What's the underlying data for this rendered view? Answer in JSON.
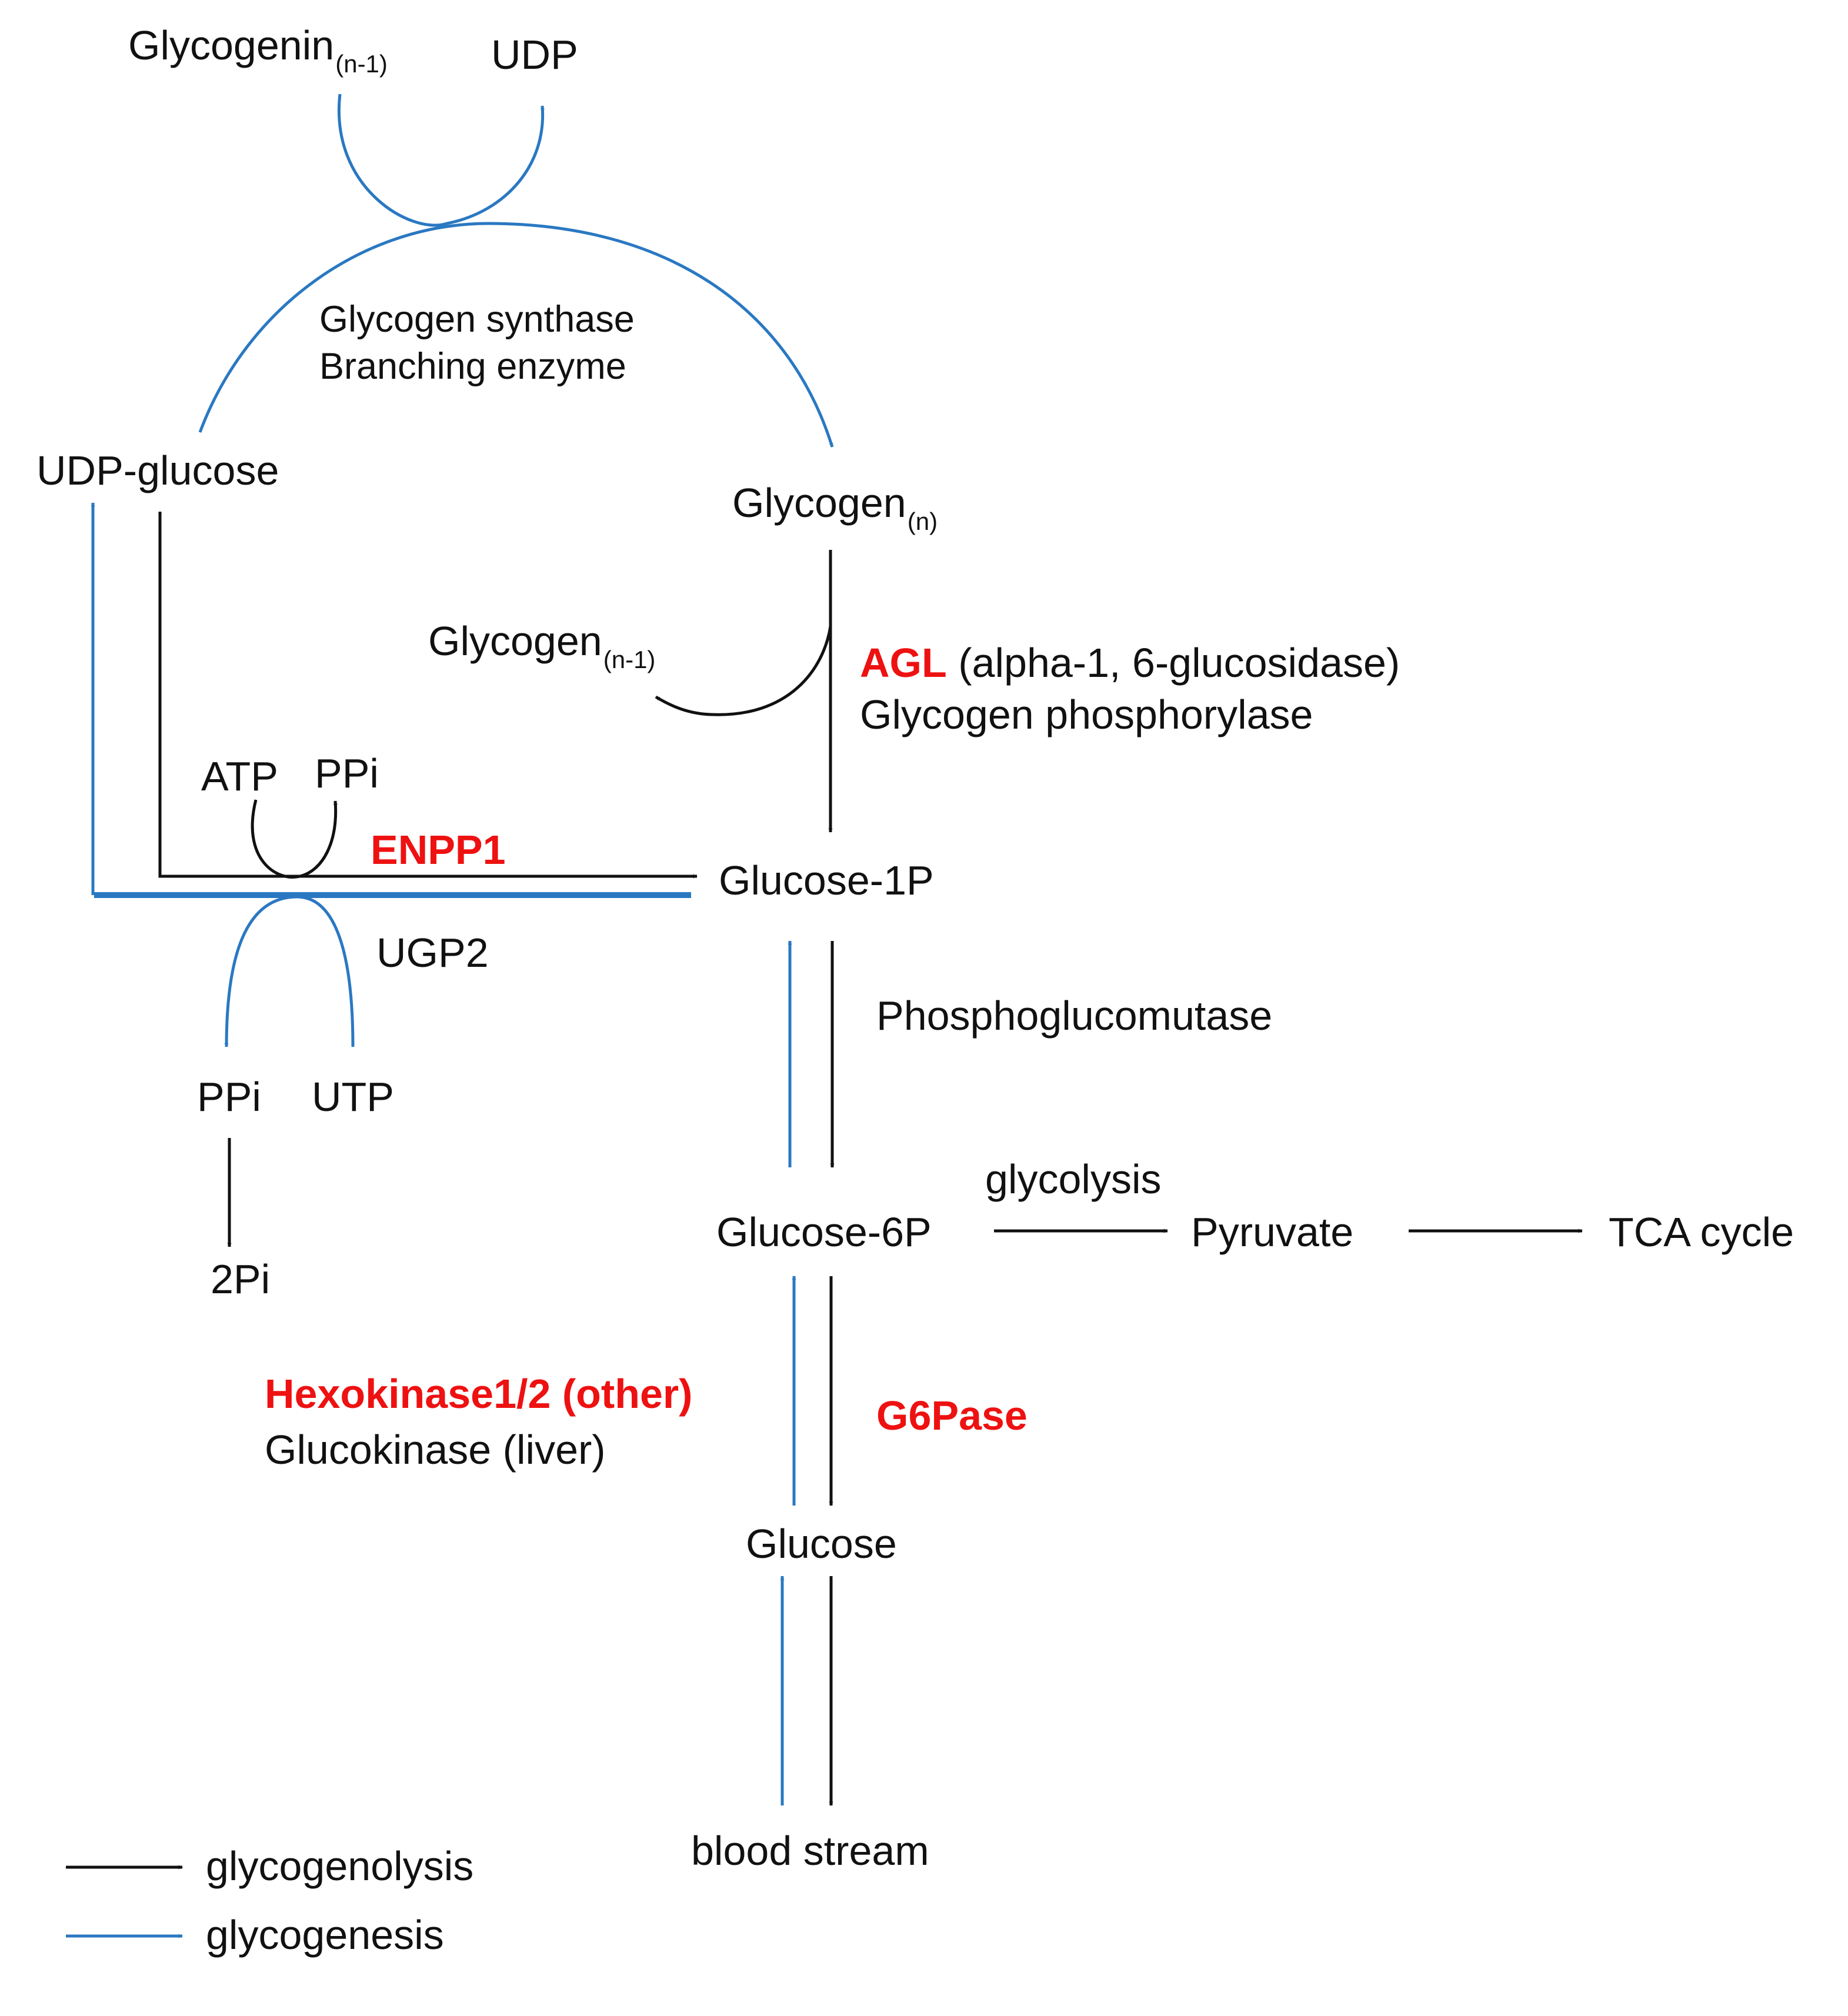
{
  "colors": {
    "glycogenolysis": "#111111",
    "glycogenesis": "#2a78c2",
    "highlight": "#ee1111"
  },
  "metabolites": {
    "glycogenin": "Glycogenin",
    "glycogenin_sub": "(n-1)",
    "udp": "UDP",
    "udp_glucose": "UDP-glucose",
    "glycogen_n": "Glycogen",
    "glycogen_n_sub": "(n)",
    "glycogen_n1": "Glycogen",
    "glycogen_n1_sub": "(n-1)",
    "atp": "ATP",
    "ppi_top": "PPi",
    "glucose_1p": "Glucose-1P",
    "ppi_bottom": "PPi",
    "utp": "UTP",
    "two_pi": "2Pi",
    "glucose_6p": "Glucose-6P",
    "pyruvate": "Pyruvate",
    "tca_cycle": "TCA cycle",
    "glucose": "Glucose",
    "blood_stream": "blood stream"
  },
  "enzymes": {
    "glycogen_synthase": "Glycogen synthase",
    "branching_enzyme": "Branching enzyme",
    "agl": "AGL",
    "agl_desc": "(alpha-1, 6-glucosidase)",
    "glycogen_phosphorylase": "Glycogen phosphorylase",
    "enpp1": "ENPP1",
    "ugp2": "UGP2",
    "phosphoglucomutase": "Phosphoglucomutase",
    "glycolysis": "glycolysis",
    "hexokinase": "Hexokinase1/2 (other)",
    "glucokinase": "Glucokinase (liver)",
    "g6pase": "G6Pase"
  },
  "legend": {
    "glycogenolysis": "glycogenolysis",
    "glycogenesis": "glycogenesis"
  }
}
